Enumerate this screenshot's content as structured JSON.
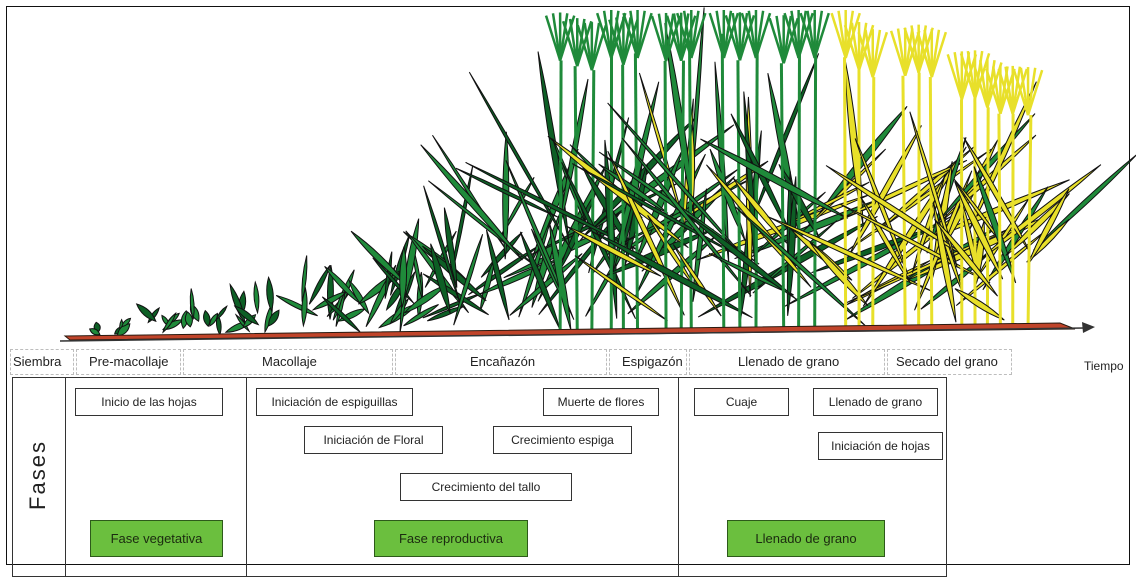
{
  "timeline": {
    "axis_label": "Tiempo",
    "stages": [
      "Siembra",
      "Pre-macollaje",
      "Macollaje",
      "Encañazón",
      "Espigazón",
      "Llenado de grano",
      "Secado del grano"
    ]
  },
  "phases_panel": {
    "label": "Fases",
    "events": [
      "Inicio de las hojas",
      "Iniciación de espiguillas",
      "Muerte de flores",
      "Iniciación de Floral",
      "Crecimiento espiga",
      "Crecimiento del tallo",
      "Cuaje",
      "Llenado de grano",
      "Iniciación de hojas"
    ],
    "phases": [
      "Fase vegetativa",
      "Fase reproductiva",
      "Llenado de grano"
    ]
  },
  "colors": {
    "leaf_green": "#1f8a3a",
    "dark_green": "#0d5f25",
    "dry_yellow": "#e8e02a",
    "soil": "#c0442a",
    "phase_fill": "#6bbf3e"
  }
}
